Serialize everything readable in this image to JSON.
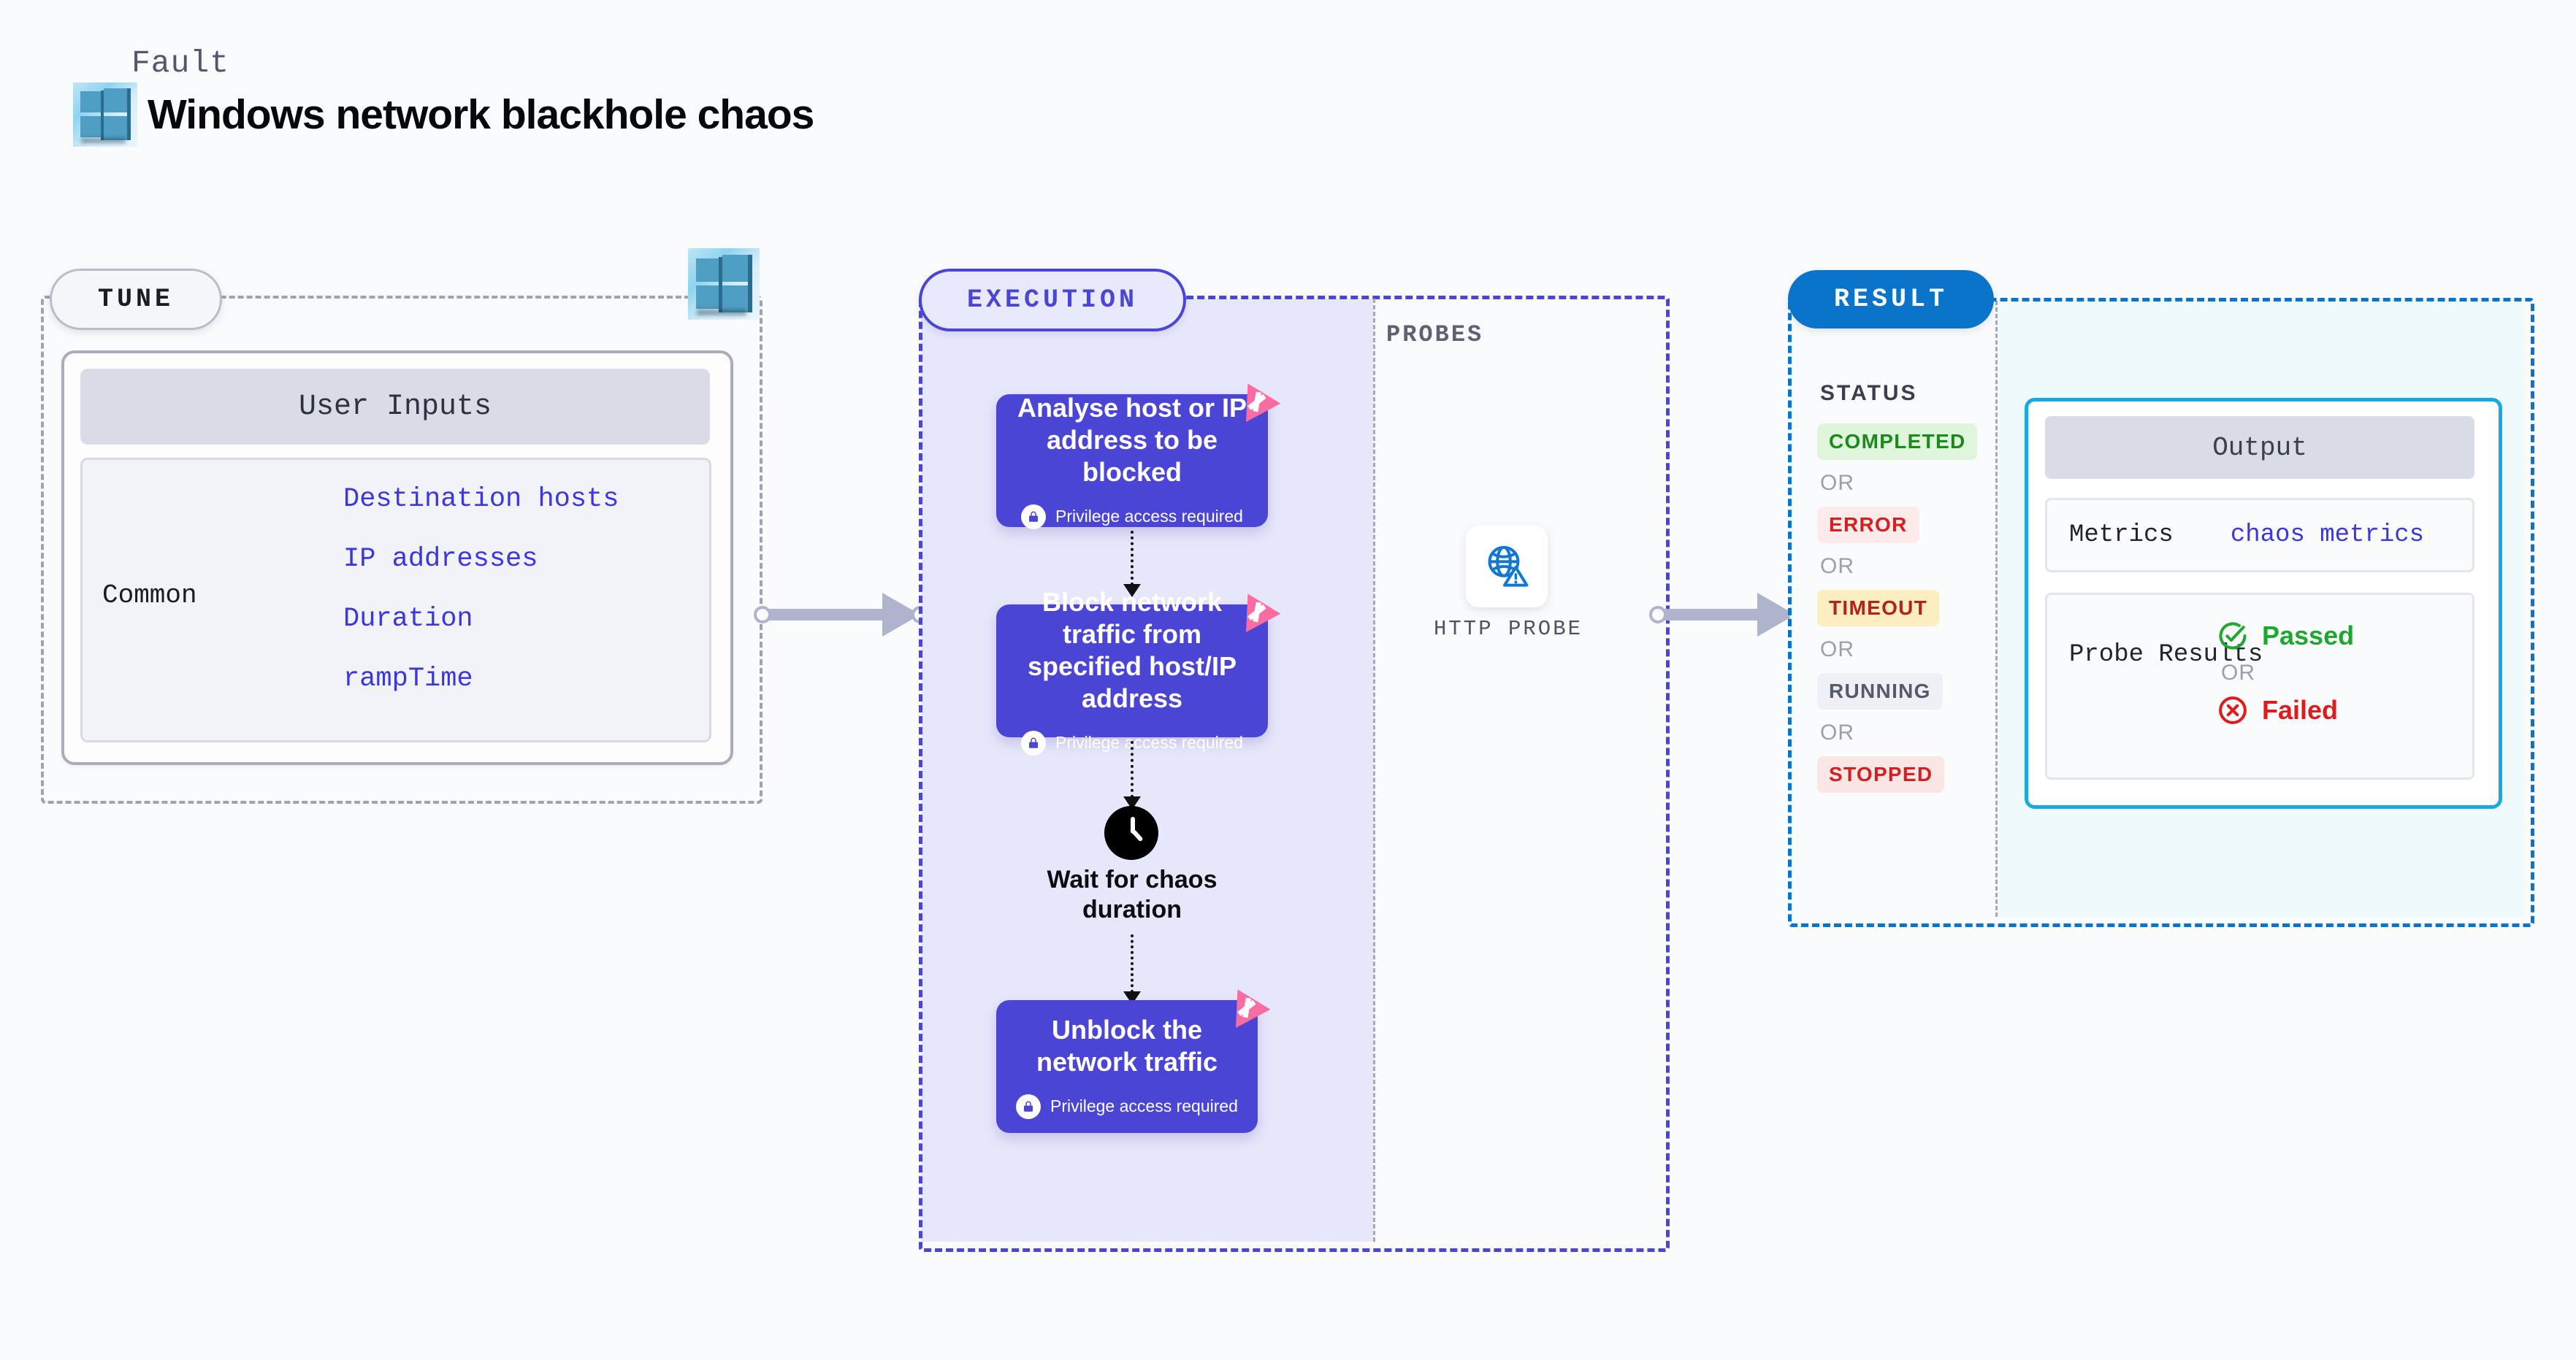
{
  "header": {
    "fault_label": "Fault",
    "title": "Windows network blackhole chaos",
    "logo_icon": "windows-logo-icon"
  },
  "tune": {
    "pill_label": "TUNE",
    "logo_icon": "windows-logo-icon",
    "card": {
      "header": "User Inputs",
      "group_label": "Common",
      "inputs": [
        {
          "name": "Destination hosts"
        },
        {
          "name": "IP addresses"
        },
        {
          "name": "Duration"
        },
        {
          "name": "rampTime"
        }
      ]
    }
  },
  "execution": {
    "pill_label": "EXECUTION",
    "privilege_note": "Privilege access required",
    "lock_icon": "lock-icon",
    "chaos_icon": "chaos-ribbon-icon",
    "steps": [
      {
        "title": "Analyse host or IP address to be blocked",
        "privileged": true
      },
      {
        "title": "Block network traffic from specified host/IP address",
        "privileged": true
      }
    ],
    "wait": {
      "icon": "clock-icon",
      "label": "Wait for chaos duration"
    },
    "final_step": {
      "title": "Unblock the network traffic",
      "privileged": true
    }
  },
  "probes": {
    "section_label": "PROBES",
    "items": [
      {
        "label": "HTTP PROBE",
        "icon": "globe-warning-icon"
      }
    ]
  },
  "result": {
    "pill_label": "RESULT",
    "status_label": "STATUS",
    "or_label": "OR",
    "statuses": [
      {
        "label": "COMPLETED",
        "color": "#1a8a1a",
        "bg": "#dff5dc"
      },
      {
        "label": "ERROR",
        "color": "#d32020",
        "bg": "#fdeaea"
      },
      {
        "label": "TIMEOUT",
        "color": "#b42318",
        "bg": "#fdeec2"
      },
      {
        "label": "RUNNING",
        "color": "#555b6b",
        "bg": "#eff0f5"
      },
      {
        "label": "STOPPED",
        "color": "#d32020",
        "bg": "#fbe6e6"
      }
    ],
    "output": {
      "header": "Output",
      "metrics_key": "Metrics",
      "metrics_value": "chaos metrics",
      "probe_results_key": "Probe Results",
      "or_label": "OR",
      "passed": {
        "label": "Passed",
        "icon": "check-circle-icon",
        "color": "#1ea830"
      },
      "failed": {
        "label": "Failed",
        "icon": "x-circle-icon",
        "color": "#e01b1b"
      }
    }
  },
  "colors": {
    "execution_accent": "#4b45d6",
    "result_accent": "#0a74cb",
    "output_border": "#1aa8e0",
    "input_text": "#3b37e0",
    "chaos_pink": "#fb6ca0"
  }
}
